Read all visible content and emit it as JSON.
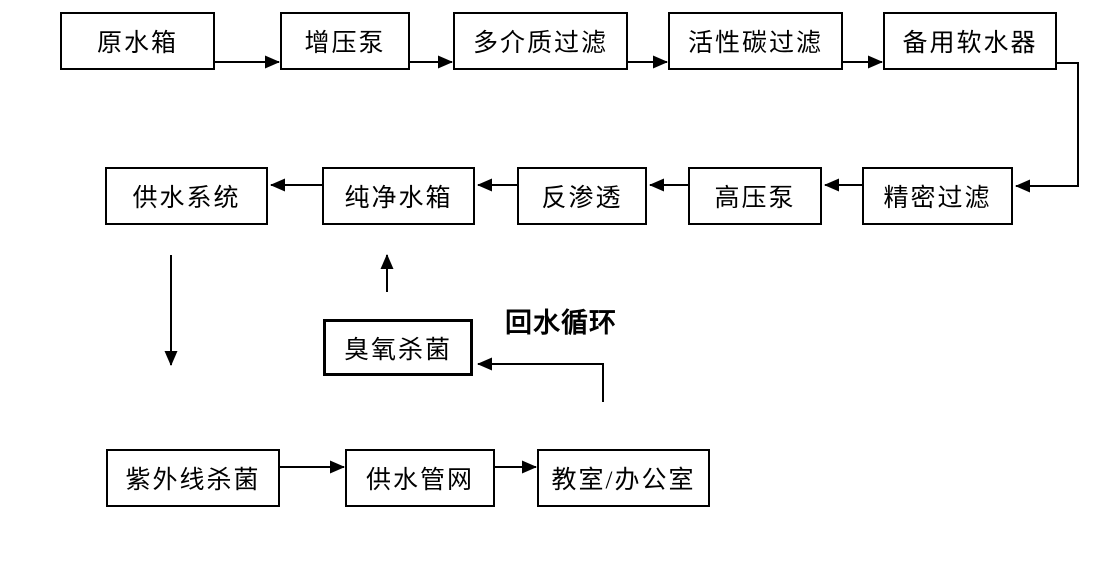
{
  "diagram": {
    "type": "flowchart",
    "nodes": [
      {
        "id": "raw-water-tank",
        "label": "原水箱"
      },
      {
        "id": "booster-pump",
        "label": "增压泵"
      },
      {
        "id": "multi-media-filter",
        "label": "多介质过滤"
      },
      {
        "id": "activated-carbon-filter",
        "label": "活性碳过滤"
      },
      {
        "id": "backup-water-softener",
        "label": "备用软水器"
      },
      {
        "id": "water-supply-system",
        "label": "供水系统"
      },
      {
        "id": "pure-water-tank",
        "label": "纯净水箱"
      },
      {
        "id": "reverse-osmosis",
        "label": "反渗透"
      },
      {
        "id": "high-pressure-pump",
        "label": "高压泵"
      },
      {
        "id": "precision-filter",
        "label": "精密过滤"
      },
      {
        "id": "ozone-sterilization",
        "label": "臭氧杀菌"
      },
      {
        "id": "uv-sterilization",
        "label": "紫外线杀菌"
      },
      {
        "id": "water-supply-network",
        "label": "供水管网"
      },
      {
        "id": "classroom-office",
        "label": "教室/办公室"
      }
    ],
    "annotation": {
      "label": "回水循环"
    },
    "edges": [
      "原水箱→增压泵",
      "增压泵→多介质过滤",
      "多介质过滤→活性碳过滤",
      "活性碳过滤→备用软水器",
      "备用软水器→精密过滤",
      "精密过滤→高压泵",
      "高压泵→反渗透",
      "反渗透→纯净水箱",
      "纯净水箱→供水系统",
      "供水系统→紫外线杀菌",
      "臭氧杀菌→纯净水箱",
      "教室/办公室→臭氧杀菌(回水循环)",
      "紫外线杀菌→供水管网",
      "供水管网→教室/办公室"
    ],
    "colors": {
      "background": "#ffffff",
      "box_fill": "#ffffff",
      "box_border": "#000000",
      "line": "#000000",
      "text": "#000000"
    }
  }
}
